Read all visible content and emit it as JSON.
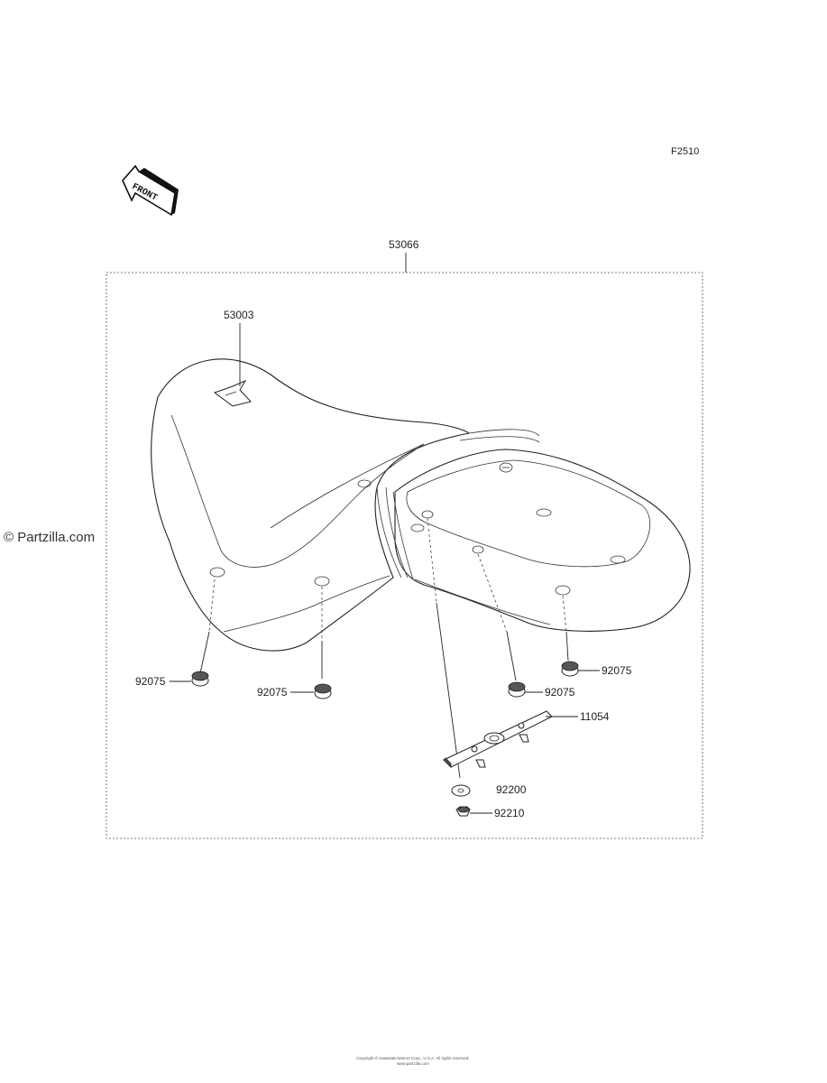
{
  "figure_code": "F2510",
  "front_label": "FRONT",
  "watermark": "© Partzilla.com",
  "footer_line1": "Copyright © Kawasaki Motors Corp., U.S.A. All rights reserved.",
  "footer_line2": "www.partzilla.com",
  "callouts": {
    "assembly": "53066",
    "cover": "53003",
    "damper_front_left": "92075",
    "damper_front_mid": "92075",
    "damper_rear_mid": "92075",
    "damper_rear_right": "92075",
    "bracket": "11054",
    "washer": "92200",
    "nut": "92210"
  }
}
